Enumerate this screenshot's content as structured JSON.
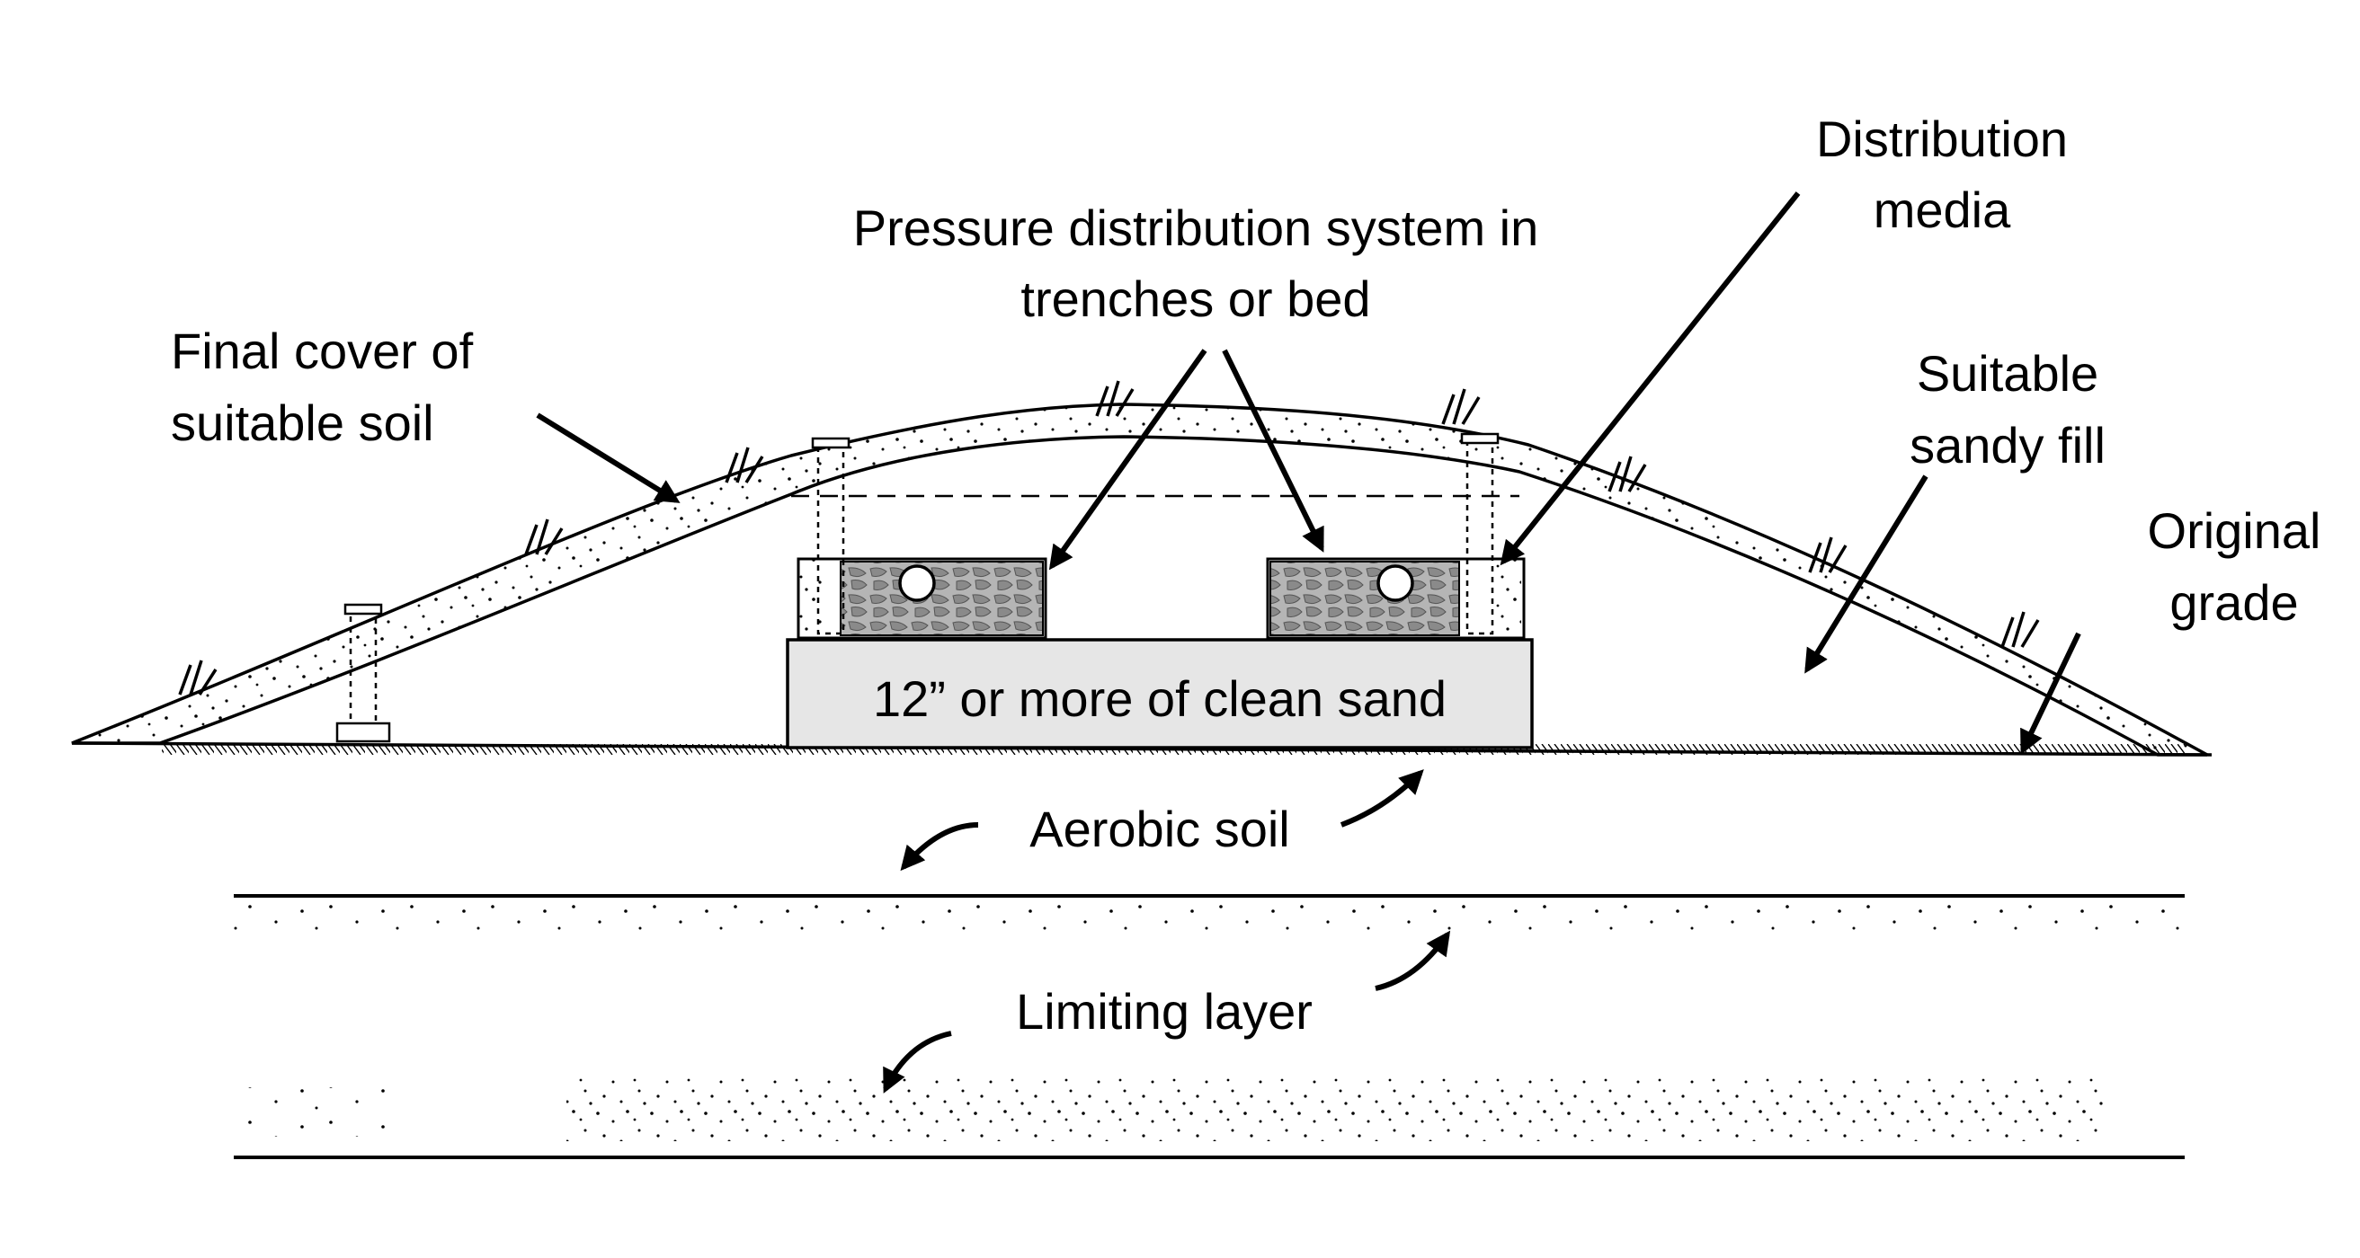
{
  "labels": {
    "pressure_line1": "Pressure distribution system in",
    "pressure_line2": "trenches or bed",
    "distribution_line1": "Distribution",
    "distribution_line2": "media",
    "final_cover_line1": "Final cover of",
    "final_cover_line2": "suitable soil",
    "sandy_fill_line1": "Suitable",
    "sandy_fill_line2": "sandy fill",
    "original_grade_line1": "Original",
    "original_grade_line2": "grade",
    "clean_sand": "12” or more of clean sand",
    "aerobic_soil": "Aerobic soil",
    "limiting_layer": "Limiting layer"
  },
  "colors": {
    "ink": "#000000",
    "sand_box": "#e6e6e6",
    "gravel": "#b5b5b5",
    "background": "#ffffff"
  },
  "icons": [
    "grass-tuft-icon",
    "inspection-pipe-icon",
    "distribution-pipe-icon",
    "arrow-icon"
  ]
}
